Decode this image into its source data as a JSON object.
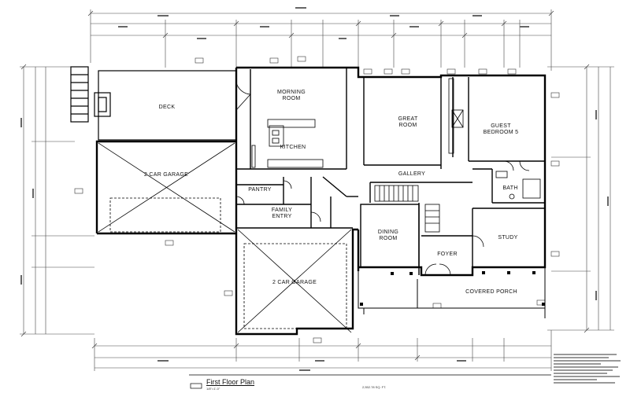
{
  "drawing": {
    "title": "First Floor Plan",
    "scale": "1/8\"=1'-0\"",
    "area": "2,552.78 SQ. FT."
  },
  "rooms": [
    {
      "id": "deck",
      "lines": [
        "DECK"
      ]
    },
    {
      "id": "morning-room",
      "lines": [
        "MORNING",
        "ROOM"
      ]
    },
    {
      "id": "kitchen",
      "lines": [
        "KITCHEN"
      ]
    },
    {
      "id": "great-room",
      "lines": [
        "GREAT",
        "ROOM"
      ]
    },
    {
      "id": "guest-bedroom",
      "lines": [
        "GUEST",
        "BEDROOM 5"
      ]
    },
    {
      "id": "garage-upper",
      "lines": [
        "2 CAR GARAGE"
      ]
    },
    {
      "id": "gallery",
      "lines": [
        "GALLERY"
      ]
    },
    {
      "id": "pantry",
      "lines": [
        "PANTRY"
      ]
    },
    {
      "id": "family-entry",
      "lines": [
        "FAMILY",
        "ENTRY"
      ]
    },
    {
      "id": "bath",
      "lines": [
        "BATH"
      ]
    },
    {
      "id": "dining-room",
      "lines": [
        "DINING",
        "ROOM"
      ]
    },
    {
      "id": "study",
      "lines": [
        "STUDY"
      ]
    },
    {
      "id": "foyer",
      "lines": [
        "FOYER"
      ]
    },
    {
      "id": "garage-lower",
      "lines": [
        "2 CAR GARAGE"
      ]
    },
    {
      "id": "covered-porch",
      "lines": [
        "COVERED PORCH"
      ]
    }
  ]
}
